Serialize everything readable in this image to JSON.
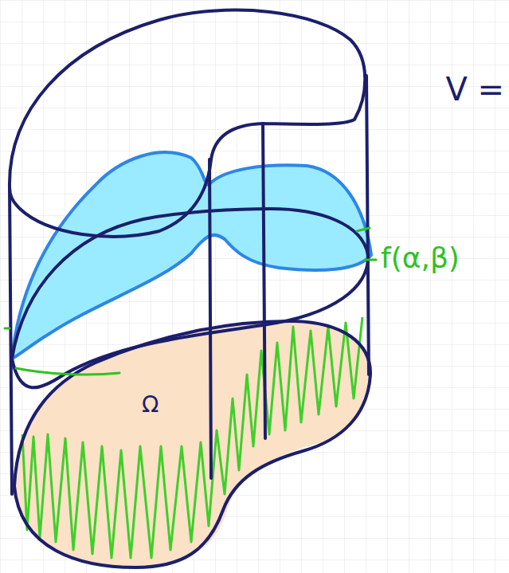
{
  "diagram": {
    "labels": [
      "V =",
      "f(α,β)",
      "Ω"
    ]
  }
}
